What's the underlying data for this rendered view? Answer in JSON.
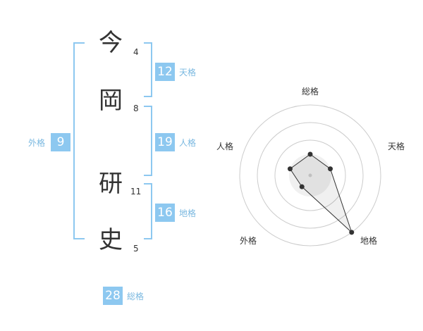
{
  "name_chars": [
    {
      "char": "今",
      "strokes": "4"
    },
    {
      "char": "岡",
      "strokes": "8"
    },
    {
      "char": "研",
      "strokes": "11"
    },
    {
      "char": "史",
      "strokes": "5"
    }
  ],
  "kaku": {
    "tenkaku": {
      "value": "12",
      "label": "天格"
    },
    "jinkaku": {
      "value": "19",
      "label": "人格"
    },
    "chikaku": {
      "value": "16",
      "label": "地格"
    },
    "gaikaku": {
      "value": "9",
      "label": "外格"
    },
    "soukaku": {
      "value": "28",
      "label": "総格"
    }
  },
  "radar": {
    "axes": [
      "総格",
      "天格",
      "地格",
      "外格",
      "人格"
    ],
    "values": [
      0.3,
      0.3,
      1.0,
      0.2,
      0.3
    ],
    "rings": 4
  },
  "colors": {
    "accent": "#8dc8f0",
    "label": "#7ab8e0",
    "text": "#333333"
  }
}
